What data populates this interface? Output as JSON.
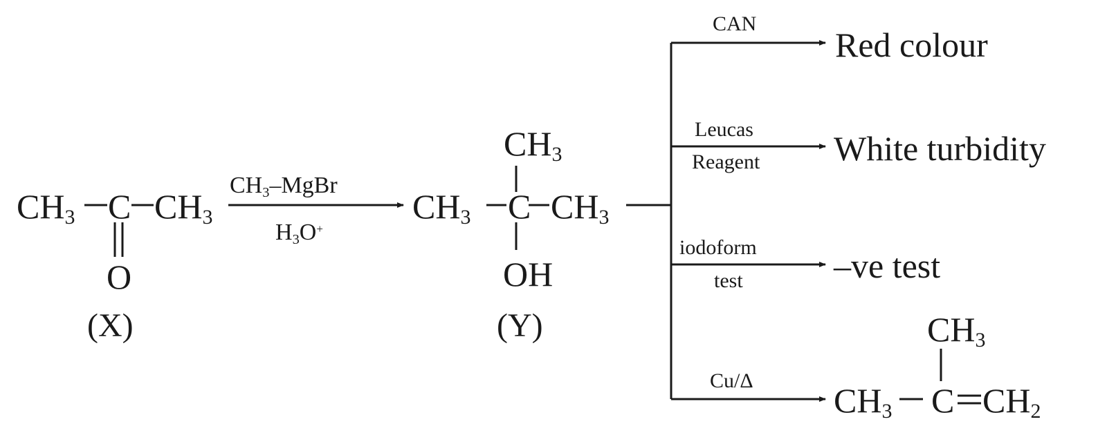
{
  "compound_x": {
    "left": "CH",
    "left_sub": "3",
    "center": "C",
    "right": "CH",
    "right_sub": "3",
    "oxygen": "O",
    "label": "(X)"
  },
  "reaction": {
    "top": "CH",
    "top_sub": "3",
    "top_tail": "–MgBr",
    "bottom": "H",
    "bottom_sub": "3",
    "bottom_mid": "O",
    "bottom_sup": "+"
  },
  "compound_y": {
    "top": "CH",
    "top_sub": "3",
    "left": "CH",
    "left_sub": "3",
    "center": "C",
    "right": "CH",
    "right_sub": "3",
    "bottom": "OH",
    "label": "(Y)"
  },
  "tests": [
    {
      "reagent_top": "CAN",
      "reagent_bottom": "",
      "result": "Red colour"
    },
    {
      "reagent_top": "Leucas",
      "reagent_bottom": "Reagent",
      "result": "White turbidity"
    },
    {
      "reagent_top": "iodoform",
      "reagent_bottom": "test",
      "result": "–ve test"
    },
    {
      "reagent_top": "Cu/Δ",
      "reagent_bottom": "",
      "result": ""
    }
  ],
  "product_alkene": {
    "top": "CH",
    "top_sub": "3",
    "left": "CH",
    "left_sub": "3",
    "center": "C",
    "right": "CH",
    "right_sub": "2"
  },
  "colors": {
    "ink": "#1a1a1a",
    "background": "#ffffff"
  }
}
